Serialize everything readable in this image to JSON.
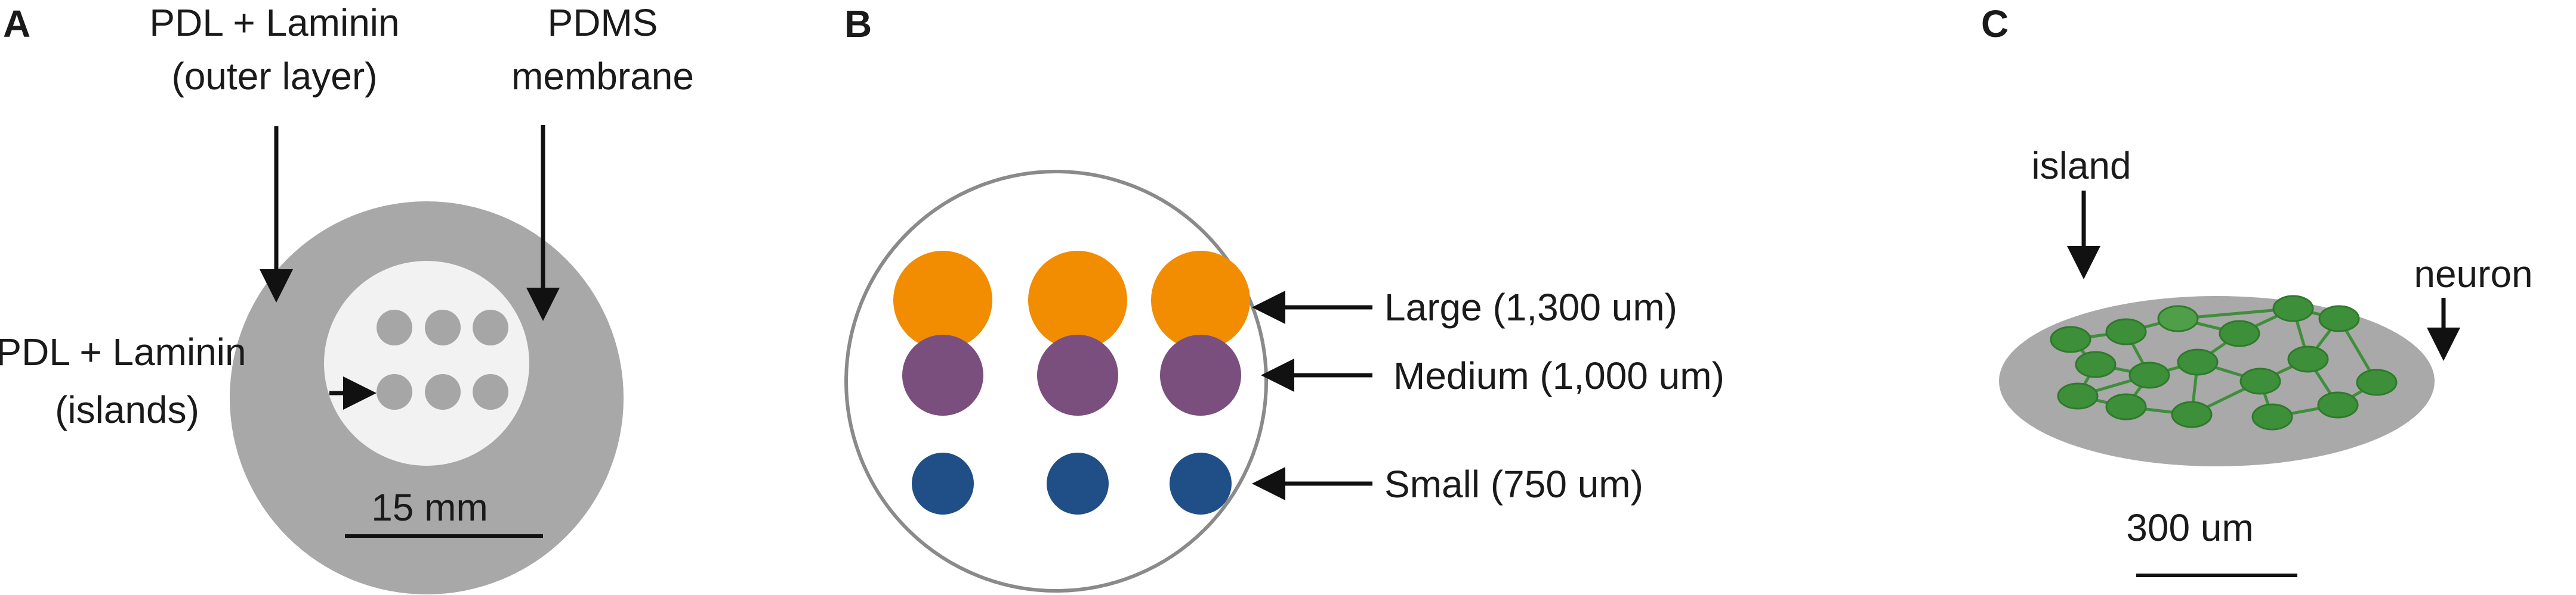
{
  "panels": {
    "a": {
      "letter": "A",
      "outer_layer_line1": "PDL + Laminin",
      "outer_layer_line2": "(outer layer)",
      "membrane_line1": "PDMS",
      "membrane_line2": "membrane",
      "islands_line1": "PDL + Laminin",
      "islands_line2": "(islands)",
      "scale_label": "15 mm"
    },
    "b": {
      "letter": "B",
      "large_label": "Large (1,300 um)",
      "medium_label": "Medium (1,000 um)",
      "small_label": "Small (750 um)"
    },
    "c": {
      "letter": "C",
      "island_label": "island",
      "neuron_label": "neuron",
      "scale_label": "300 um"
    }
  },
  "colors": {
    "outer_gray": "#a8a8a8",
    "membrane_white": "#f2f2f2",
    "island_gray": "#a6a6a6",
    "large_orange": "#f28c00",
    "medium_purple": "#7a4f7e",
    "small_blue": "#1f4f86",
    "island_ellipse_gray": "#a9a9a9",
    "neuron_green": "#3d8f3a",
    "neurite_green": "#3f8e3b"
  }
}
